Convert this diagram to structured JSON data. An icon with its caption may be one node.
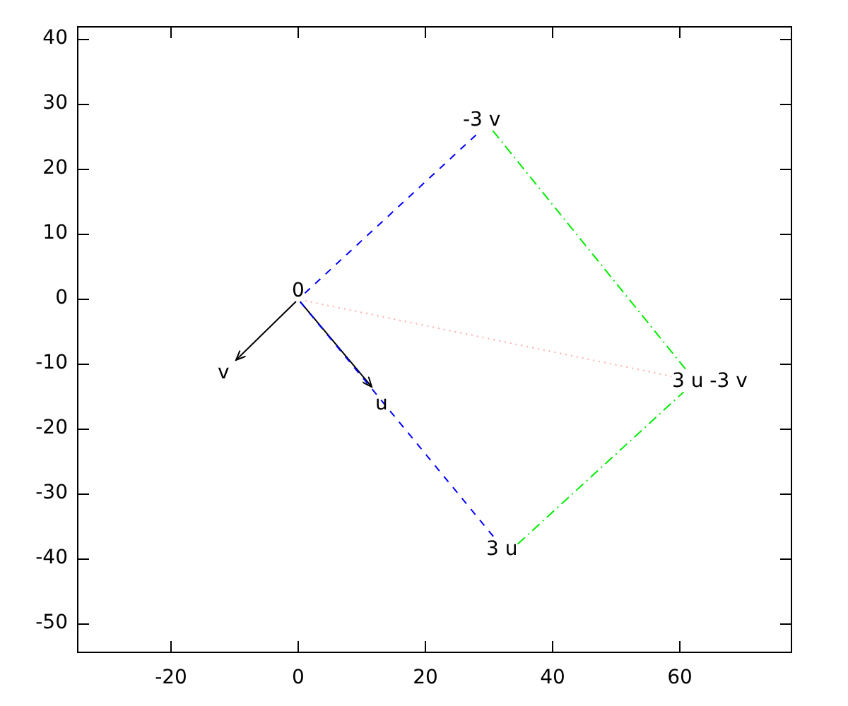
{
  "diagram": {
    "nodes": [
      {
        "text": [
          "0"
        ]
      },
      {
        "text": [
          "v"
        ]
      },
      {
        "text": [
          "u"
        ]
      },
      {
        "text": [
          "-3 v"
        ]
      },
      {
        "text": [
          "3 u -3 v"
        ]
      },
      {
        "text": [
          "3 u"
        ]
      }
    ],
    "edges": [
      {
        "from": 0,
        "to": 1,
        "arrow": "to"
      },
      {
        "from": 0,
        "to": 2,
        "arrow": "to"
      },
      {
        "from": 0,
        "to": 3,
        "arrow": "none",
        "style": "dashed",
        "color": "#0000ff"
      },
      {
        "from": 0,
        "to": 5,
        "arrow": "none",
        "style": "dashed",
        "color": "#0000ff"
      },
      {
        "from": 3,
        "to": 4,
        "arrow": "none",
        "style": "dashed",
        "color": "#00ee00"
      },
      {
        "from": 5,
        "to": 4,
        "arrow": "none",
        "style": "dashed",
        "color": "#00ee00"
      },
      {
        "from": 0,
        "to": 4,
        "arrow": "none",
        "style": "dashed",
        "color": "#ffaaaa"
      }
    ],
    "labels": [
      "40",
      "30",
      "20",
      "10",
      "0",
      "-10",
      "-20",
      "-30",
      "-40",
      "-50",
      "-20",
      "0",
      "20",
      "40",
      "60"
    ]
  }
}
